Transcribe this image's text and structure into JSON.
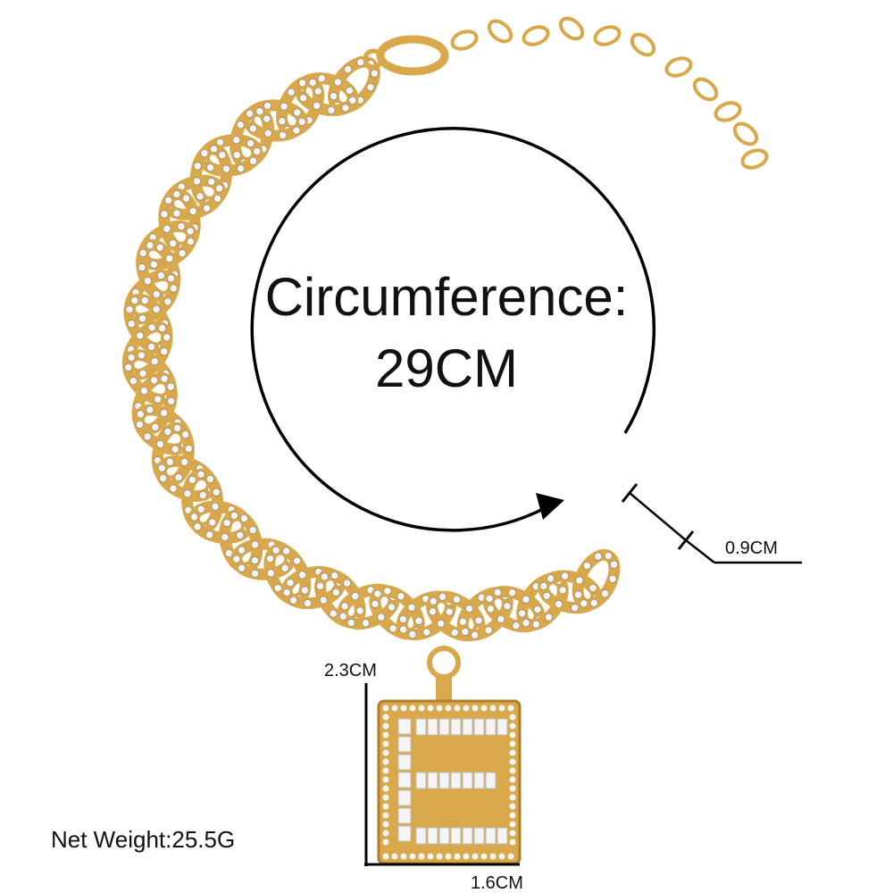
{
  "product": {
    "circumference_label": "Circumference:",
    "circumference_value": "29CM",
    "chain_width": "0.9CM",
    "pendant_height": "2.3CM",
    "pendant_width": "1.6CM",
    "net_weight": "Net Weight:25.5G",
    "pendant_letter": "E"
  },
  "colors": {
    "gold": "#d9a84a",
    "gold_dark": "#b07d2a",
    "stone": "#f4f4f4",
    "ink": "#111111"
  }
}
